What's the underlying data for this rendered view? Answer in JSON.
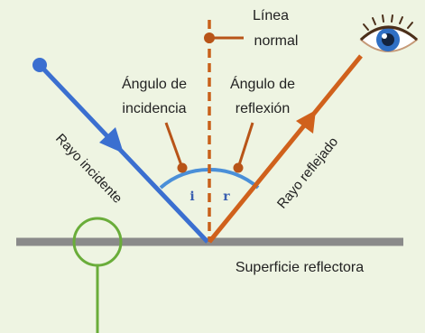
{
  "labels": {
    "normal_line": [
      "Línea",
      "normal"
    ],
    "incidence_angle": [
      "Ángulo de",
      "incidencia"
    ],
    "reflection_angle": [
      "Ángulo de",
      "reflexión"
    ],
    "incident_ray": "Rayo incidente",
    "reflected_ray": "Rayo reflejado",
    "surface": "Superficie reflectora",
    "angle_i": "i",
    "angle_r": "r"
  },
  "colors": {
    "background": "#eef4e2",
    "incident_ray": "#3b6fd0",
    "reflected_ray": "#d0611c",
    "normal_line": "#c8601a",
    "surface": "#8a8a8a",
    "angle_arc": "#4a8fd8",
    "pointer": "#b85418",
    "highlight_circle": "#6aad3a"
  },
  "icons": {
    "eye": "eye-icon",
    "ray_source": "source-dot-icon"
  }
}
